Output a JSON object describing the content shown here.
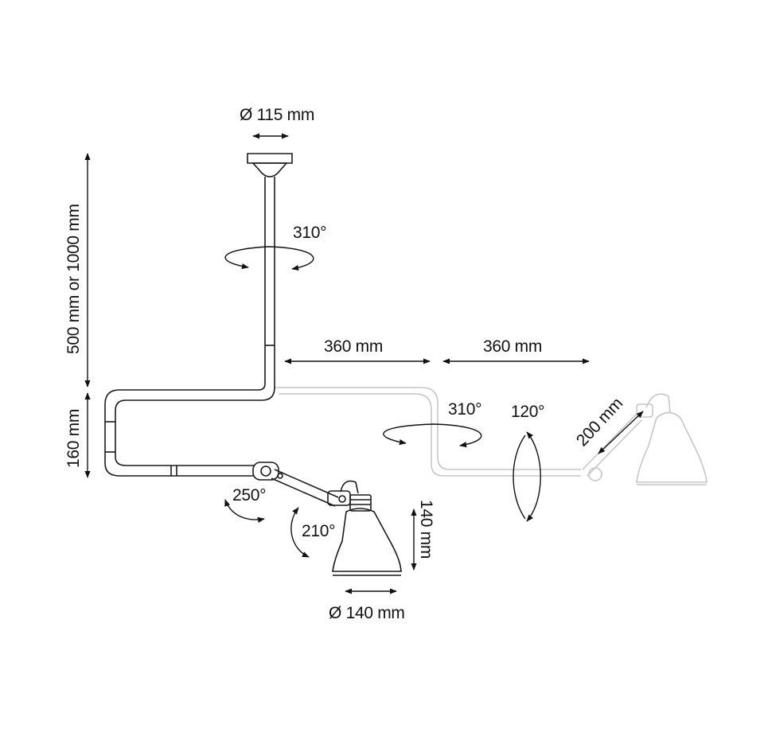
{
  "diagram": {
    "colors": {
      "line": "#1a1a1a",
      "ghost": "#c6c6c6"
    },
    "labels": {
      "canopy_diameter": "Ø 115 mm",
      "stem_rotation": "310°",
      "drop_length": "500 mm or 1000 mm",
      "elbow_height": "160 mm",
      "arm_length_1": "360 mm",
      "arm_length_2": "360 mm",
      "arm_rotation": "310°",
      "vertical_rotation": "120°",
      "small_arm_length": "200 mm",
      "joint_rotation": "250°",
      "head_rotation": "210°",
      "shade_height": "140 mm",
      "shade_diameter": "Ø 140 mm"
    }
  }
}
